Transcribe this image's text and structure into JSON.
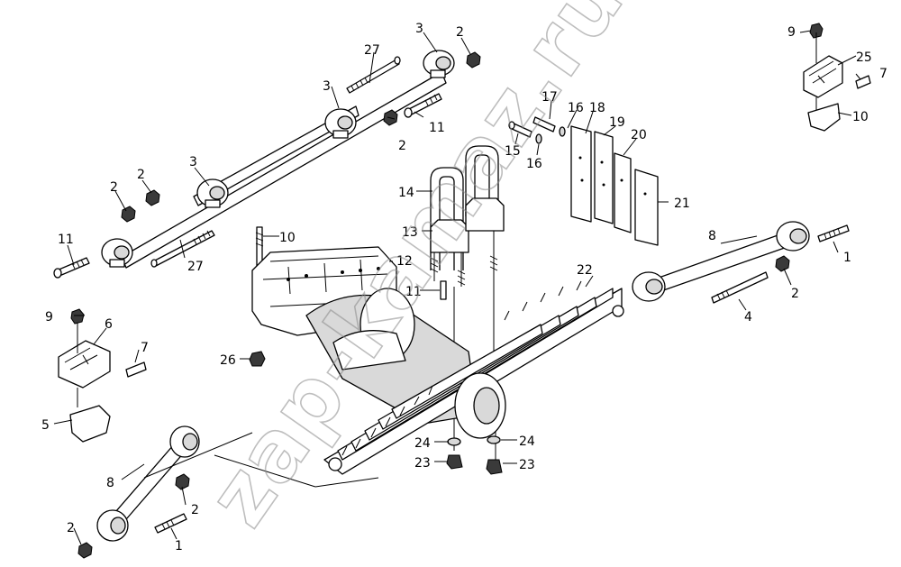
{
  "watermark": "zap-kamaz.ru",
  "callouts": {
    "c27_top": "27",
    "c3_top": "3",
    "c2_top": "2",
    "c3_mid": "3",
    "c2_mid": "2",
    "c11_top": "11",
    "c3_left": "3",
    "c2_l1": "2",
    "c2_l2": "2",
    "c11_left": "11",
    "c27_left": "27",
    "c9_tr": "9",
    "c25": "25",
    "c7_tr": "7",
    "c10_tr": "10",
    "c17": "17",
    "c16a": "16",
    "c18": "18",
    "c19": "19",
    "c20": "20",
    "c15": "15",
    "c16b": "16",
    "c21": "21",
    "c14": "14",
    "c13": "13",
    "c10_mid": "10",
    "c12": "12",
    "c11_mid": "11",
    "c8_right": "8",
    "c1_right": "1",
    "c2_right": "2",
    "c4": "4",
    "c22": "22",
    "c26": "26",
    "c9_left": "9",
    "c6": "6",
    "c7_left": "7",
    "c5": "5",
    "c24a": "24",
    "c23a": "23",
    "c24b": "24",
    "c23b": "23",
    "c8_left": "8",
    "c2_bl1": "2",
    "c2_bl2": "2",
    "c1_left": "1"
  }
}
